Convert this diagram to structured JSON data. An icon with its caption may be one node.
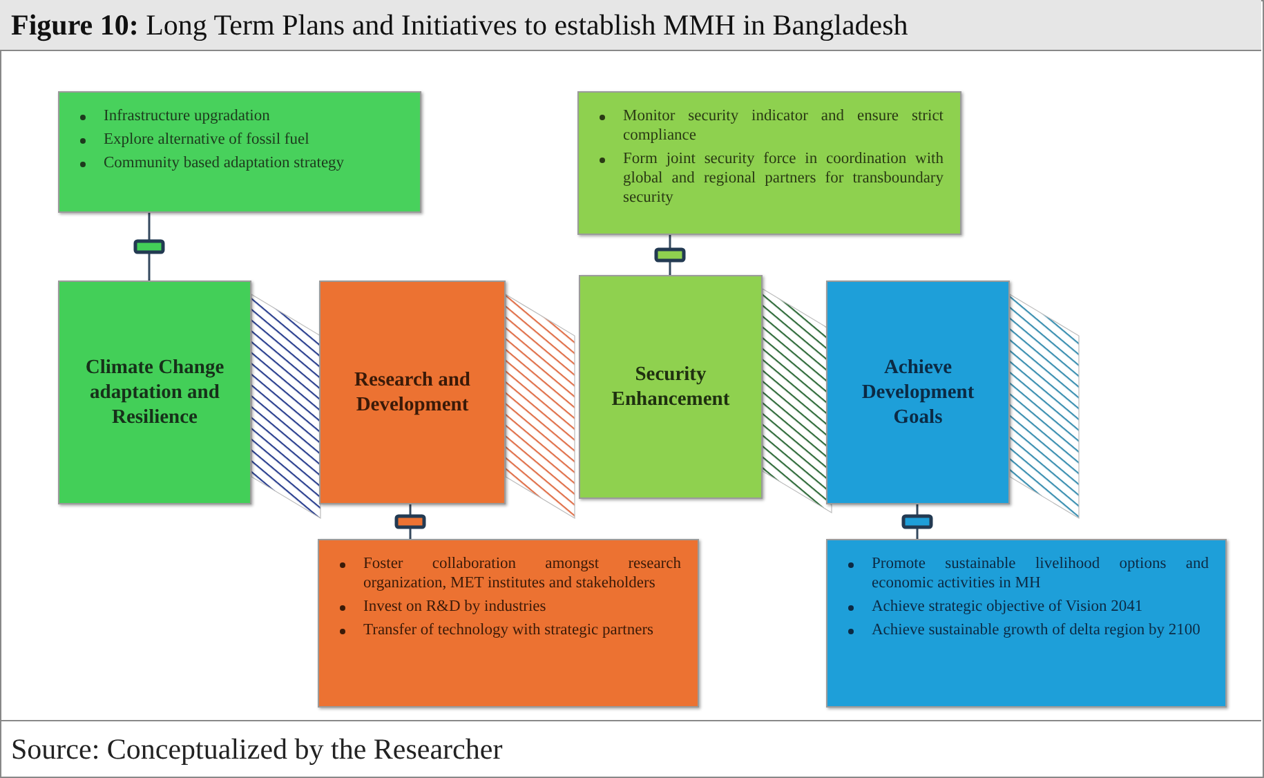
{
  "diagram": {
    "title": "**Figure 10:** Long Term Plans and Initiatives to establish MMH in Bangladesh",
    "caption": "Source: Conceptualized by the Researcher",
    "nodes": [
      {
        "text": [
          "Infrastructure upgradation",
          "Explore alternative of fossil fuel",
          "Community based adaptation strategy"
        ]
      },
      {
        "text": [
          "Monitor security indicator and ensure strict compliance",
          "Form joint security force in coordination with global and regional partners for transboundary security"
        ]
      },
      {
        "text": [
          "Climate Change adaptation and Resilience"
        ]
      },
      {
        "text": [
          "Research and Development"
        ]
      },
      {
        "text": [
          "Security Enhancement"
        ]
      },
      {
        "text": [
          "Achieve Development Goals"
        ]
      },
      {
        "text": [
          "Foster collaboration amongst research organization, MET institutes and stakeholders",
          "Invest on R&D by industries",
          "Transfer of technology with strategic partners"
        ]
      },
      {
        "text": [
          "Promote sustainable livelihood options and economic activities in MH",
          "Achieve strategic objective of Vision 2041",
          "Achieve sustainable growth of delta region by 2100"
        ]
      }
    ],
    "edges": [
      {
        "from": 0,
        "to": 2,
        "arrow": "none"
      },
      {
        "from": 1,
        "to": 4,
        "arrow": "none"
      },
      {
        "from": 3,
        "to": 6,
        "arrow": "none"
      },
      {
        "from": 5,
        "to": 7,
        "arrow": "none"
      }
    ]
  }
}
